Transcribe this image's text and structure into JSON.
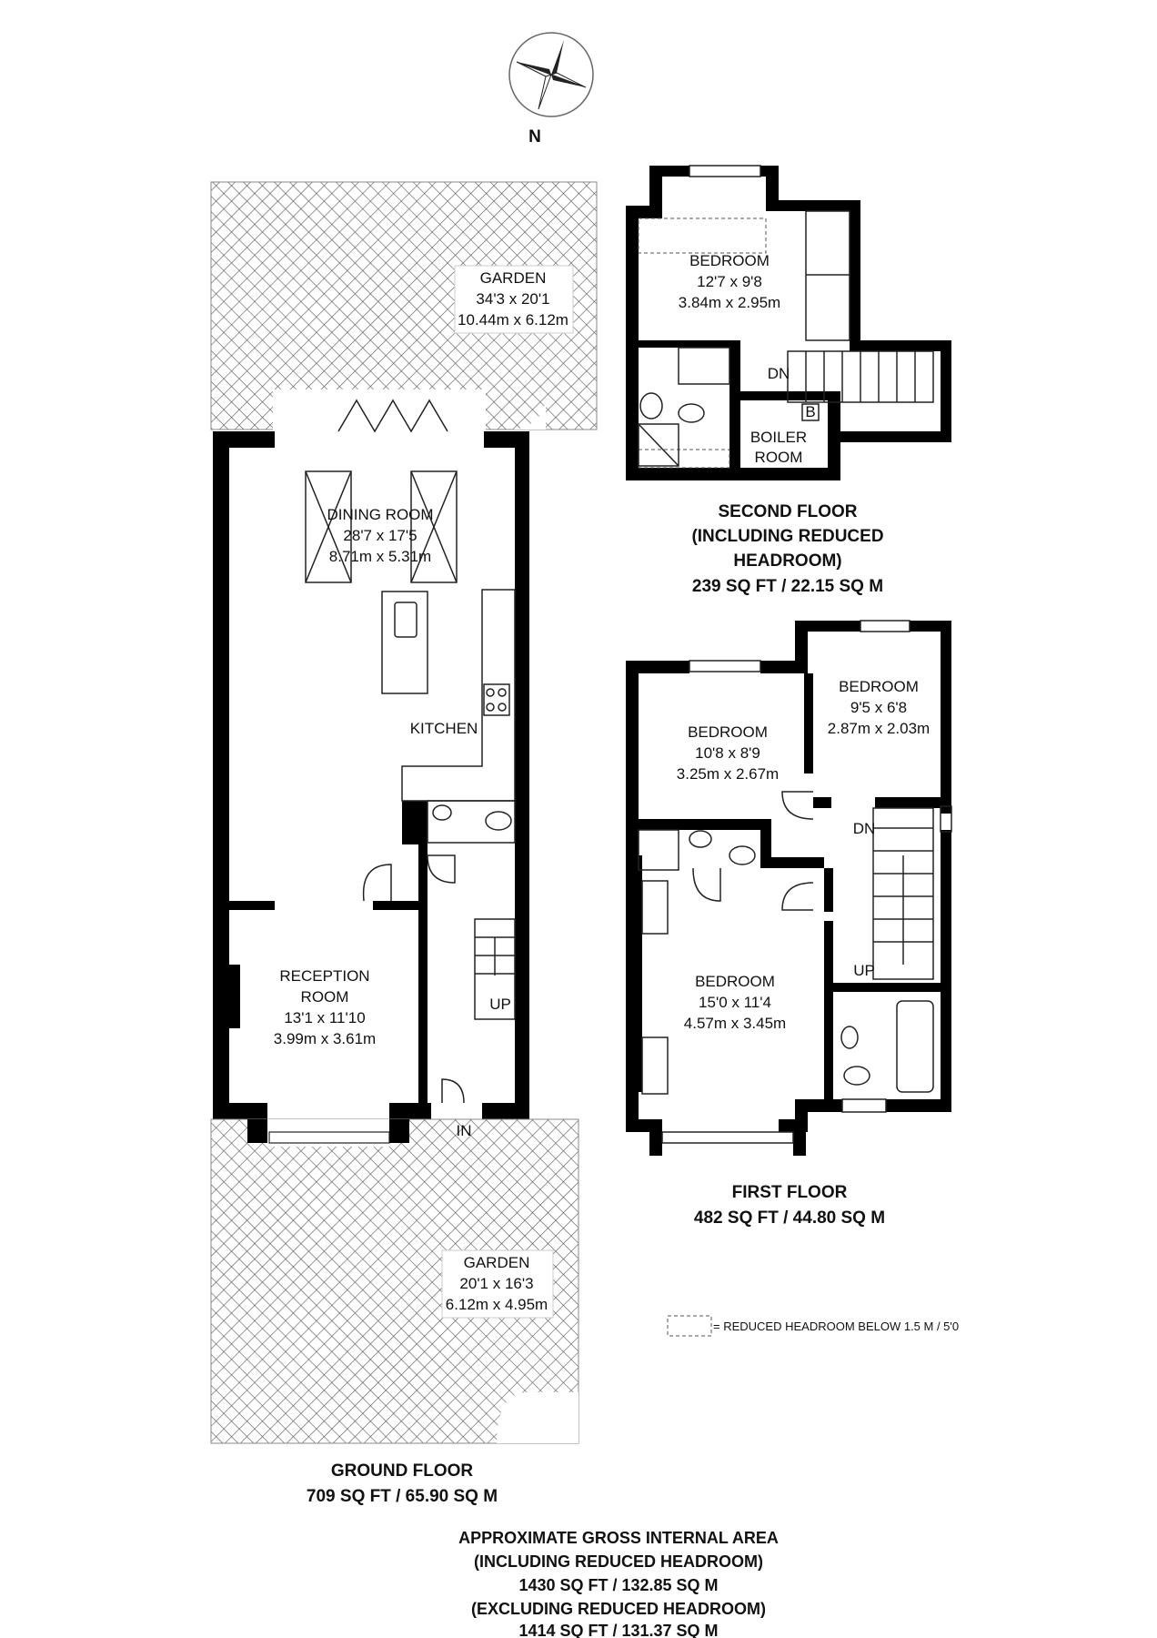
{
  "compass": {
    "label": "N"
  },
  "ground_floor": {
    "title": "GROUND FLOOR",
    "area": "709 SQ FT / 65.90 SQ M",
    "rooms": {
      "garden_rear": {
        "name": "GARDEN",
        "imperial": "34'3 x 20'1",
        "metric": "10.44m x 6.12m"
      },
      "dining": {
        "name": "DINING ROOM",
        "imperial": "28'7 x 17'5",
        "metric": "8.71m x 5.31m"
      },
      "kitchen": {
        "name": "KITCHEN"
      },
      "reception": {
        "name_line1": "RECEPTION",
        "name_line2": "ROOM",
        "imperial": "13'1 x 11'10",
        "metric": "3.99m x 3.61m"
      },
      "stairs": {
        "label": "UP"
      },
      "entrance": {
        "label": "IN"
      },
      "garden_front": {
        "name": "GARDEN",
        "imperial": "20'1 x 16'3",
        "metric": "6.12m x 4.95m"
      }
    }
  },
  "second_floor": {
    "title_line1": "SECOND FLOOR",
    "title_line2": "(INCLUDING REDUCED",
    "title_line3": "HEADROOM)",
    "area": "239 SQ FT / 22.15 SQ M",
    "rooms": {
      "bedroom": {
        "name": "BEDROOM",
        "imperial": "12'7 x 9'8",
        "metric": "3.84m x 2.95m"
      },
      "boiler": {
        "name_line1": "BOILER",
        "name_line2": "ROOM",
        "marker": "B"
      },
      "stairs": {
        "label": "DN"
      }
    }
  },
  "first_floor": {
    "title": "FIRST FLOOR",
    "area": "482 SQ FT / 44.80 SQ M",
    "rooms": {
      "bedroom_rear": {
        "name": "BEDROOM",
        "imperial": "10'8 x 8'9",
        "metric": "3.25m x 2.67m"
      },
      "bedroom_small": {
        "name": "BEDROOM",
        "imperial": "9'5 x 6'8",
        "metric": "2.87m x 2.03m"
      },
      "bedroom_front": {
        "name": "BEDROOM",
        "imperial": "15'0 x 11'4",
        "metric": "4.57m x 3.45m"
      },
      "stairs_down": {
        "label": "DN"
      },
      "stairs_up": {
        "label": "UP"
      }
    }
  },
  "legend": {
    "text": "= REDUCED HEADROOM BELOW 1.5 M / 5'0"
  },
  "totals": {
    "line1": "APPROXIMATE GROSS INTERNAL AREA",
    "line2": "(INCLUDING REDUCED HEADROOM)",
    "line3": "1430 SQ FT / 132.85 SQ M",
    "line4": "(EXCLUDING REDUCED HEADROOM)",
    "line5": "1414 SQ FT / 131.37 SQ M"
  }
}
